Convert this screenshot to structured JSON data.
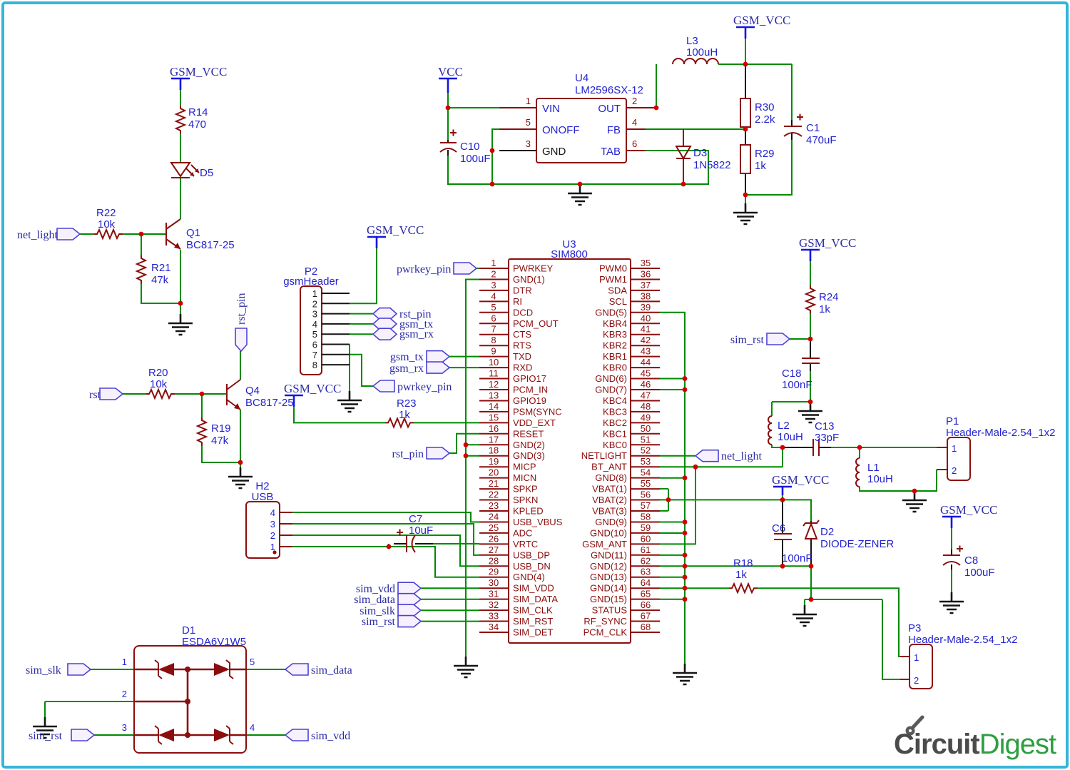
{
  "colors": {
    "wire_green": "#008a00",
    "component_maroon": "#8b0d0d",
    "label_blue": "#2323cf",
    "net_label_blue": "#2b2ba6",
    "power_blue": "#1616e0",
    "junction_red": "#d40000",
    "border_cyan": "#35b6d8",
    "port_fill": "#f7f0fe",
    "port_stroke": "#4b42d2",
    "logo_gray": "#4b4b4b",
    "logo_green": "#2f9e41"
  },
  "power": {
    "gsm_vcc": "GSM_VCC",
    "vcc": "VCC"
  },
  "ports": {
    "net_light": "net_light",
    "rst": "rst",
    "rst_pin": "rst_pin",
    "gsm_tx": "gsm_tx",
    "gsm_rx": "gsm_rx",
    "pwrkey_pin": "pwrkey_pin",
    "sim_vdd": "sim_vdd",
    "sim_data": "sim_data",
    "sim_slk": "sim_slk",
    "sim_rst": "sim_rst"
  },
  "components": {
    "Q1": {
      "ref": "Q1",
      "value": "BC817-25"
    },
    "Q4": {
      "ref": "Q4",
      "value": "BC817-25"
    },
    "R14": {
      "ref": "R14",
      "value": "470"
    },
    "R22": {
      "ref": "R22",
      "value": "10k"
    },
    "R21": {
      "ref": "R21",
      "value": "47k"
    },
    "R20": {
      "ref": "R20",
      "value": "10k"
    },
    "R19": {
      "ref": "R19",
      "value": "47k"
    },
    "R23": {
      "ref": "R23",
      "value": "1k"
    },
    "R24": {
      "ref": "R24",
      "value": "1k"
    },
    "R18": {
      "ref": "R18",
      "value": "1k"
    },
    "R30": {
      "ref": "R30",
      "value": "2.2k"
    },
    "R29": {
      "ref": "R29",
      "value": "1k"
    },
    "C10": {
      "ref": "C10",
      "value": "100uF"
    },
    "C1": {
      "ref": "C1",
      "value": "470uF"
    },
    "C7": {
      "ref": "C7",
      "value": "10uF"
    },
    "C18": {
      "ref": "C18",
      "value": "100nF"
    },
    "C6": {
      "ref": "C6",
      "value": "100nF"
    },
    "C13": {
      "ref": "C13",
      "value": "33pF"
    },
    "C8": {
      "ref": "C8",
      "value": "100uF"
    },
    "L3": {
      "ref": "L3",
      "value": "100uH"
    },
    "L2": {
      "ref": "L2",
      "value": "10uH"
    },
    "L1": {
      "ref": "L1",
      "value": "10uH"
    },
    "D5": {
      "ref": "D5"
    },
    "D3": {
      "ref": "D3",
      "value": "1N5822"
    },
    "D2": {
      "ref": "D2",
      "value": "DIODE-ZENER"
    },
    "D1": {
      "ref": "D1",
      "value": "ESDA6V1W5",
      "pins": [
        "1",
        "2",
        "3",
        "5",
        "4"
      ]
    },
    "U4": {
      "ref": "U4",
      "part": "LM2596SX-12",
      "left_pins": [
        {
          "num": "1",
          "name": "VIN"
        },
        {
          "num": "5",
          "name": "ONOFF"
        },
        {
          "num": "3",
          "name": "GND"
        }
      ],
      "right_pins": [
        {
          "num": "2",
          "name": "OUT"
        },
        {
          "num": "4",
          "name": "FB"
        },
        {
          "num": "6",
          "name": "TAB"
        }
      ]
    },
    "U3": {
      "ref": "U3",
      "part": "SIM800",
      "left_pins": [
        {
          "num": "1",
          "name": "PWRKEY"
        },
        {
          "num": "2",
          "name": "GND(1)"
        },
        {
          "num": "3",
          "name": "DTR"
        },
        {
          "num": "4",
          "name": "RI"
        },
        {
          "num": "5",
          "name": "DCD"
        },
        {
          "num": "6",
          "name": "PCM_OUT"
        },
        {
          "num": "7",
          "name": "CTS"
        },
        {
          "num": "8",
          "name": "RTS"
        },
        {
          "num": "9",
          "name": "TXD"
        },
        {
          "num": "10",
          "name": "RXD"
        },
        {
          "num": "11",
          "name": "GPIO17"
        },
        {
          "num": "12",
          "name": "PCM_IN"
        },
        {
          "num": "13",
          "name": "GPIO19"
        },
        {
          "num": "14",
          "name": "PSM(SYNC"
        },
        {
          "num": "15",
          "name": "VDD_EXT"
        },
        {
          "num": "16",
          "name": "RESET"
        },
        {
          "num": "17",
          "name": "GND(2)"
        },
        {
          "num": "18",
          "name": "GND(3)"
        },
        {
          "num": "19",
          "name": "MICP"
        },
        {
          "num": "20",
          "name": "MICN"
        },
        {
          "num": "21",
          "name": "SPKP"
        },
        {
          "num": "22",
          "name": "SPKN"
        },
        {
          "num": "23",
          "name": "KPLED"
        },
        {
          "num": "24",
          "name": "USB_VBUS"
        },
        {
          "num": "25",
          "name": "ADC"
        },
        {
          "num": "26",
          "name": "VRTC"
        },
        {
          "num": "27",
          "name": "USB_DP"
        },
        {
          "num": "28",
          "name": "USB_DN"
        },
        {
          "num": "29",
          "name": "GND(4)"
        },
        {
          "num": "30",
          "name": "SIM_VDD"
        },
        {
          "num": "31",
          "name": "SIM_DATA"
        },
        {
          "num": "32",
          "name": "SIM_CLK"
        },
        {
          "num": "33",
          "name": "SIM_RST"
        },
        {
          "num": "34",
          "name": "SIM_DET"
        }
      ],
      "right_pins": [
        {
          "num": "35",
          "name": "PWM0"
        },
        {
          "num": "36",
          "name": "PWM1"
        },
        {
          "num": "37",
          "name": "SDA"
        },
        {
          "num": "38",
          "name": "SCL"
        },
        {
          "num": "39",
          "name": "GND(5)"
        },
        {
          "num": "40",
          "name": "KBR4"
        },
        {
          "num": "41",
          "name": "KBR3"
        },
        {
          "num": "42",
          "name": "KBR2"
        },
        {
          "num": "43",
          "name": "KBR1"
        },
        {
          "num": "44",
          "name": "KBR0"
        },
        {
          "num": "45",
          "name": "GND(6)"
        },
        {
          "num": "46",
          "name": "GND(7)"
        },
        {
          "num": "47",
          "name": "KBC4"
        },
        {
          "num": "48",
          "name": "KBC3"
        },
        {
          "num": "49",
          "name": "KBC2"
        },
        {
          "num": "50",
          "name": "KBC1"
        },
        {
          "num": "51",
          "name": "KBC0"
        },
        {
          "num": "52",
          "name": "NETLIGHT"
        },
        {
          "num": "53",
          "name": "BT_ANT"
        },
        {
          "num": "54",
          "name": "GND(8)"
        },
        {
          "num": "55",
          "name": "VBAT(1)"
        },
        {
          "num": "56",
          "name": "VBAT(2)"
        },
        {
          "num": "57",
          "name": "VBAT(3)"
        },
        {
          "num": "58",
          "name": "GND(9)"
        },
        {
          "num": "59",
          "name": "GND(10)"
        },
        {
          "num": "60",
          "name": "GSM_ANT"
        },
        {
          "num": "61",
          "name": "GND(11)"
        },
        {
          "num": "62",
          "name": "GND(12)"
        },
        {
          "num": "63",
          "name": "GND(13)"
        },
        {
          "num": "64",
          "name": "GND(14)"
        },
        {
          "num": "65",
          "name": "GND(15)"
        },
        {
          "num": "66",
          "name": "STATUS"
        },
        {
          "num": "67",
          "name": "RF_SYNC"
        },
        {
          "num": "68",
          "name": "PCM_CLK"
        }
      ]
    },
    "P2": {
      "ref": "P2",
      "part": "gsmHeader",
      "pins": [
        "1",
        "2",
        "3",
        "4",
        "5",
        "6",
        "7",
        "8"
      ]
    },
    "H2": {
      "ref": "H2",
      "part": "USB",
      "pins": [
        "4",
        "3",
        "2",
        "1"
      ]
    },
    "P1": {
      "ref": "P1",
      "part": "Header-Male-2.54_1x2",
      "pins": [
        "1",
        "2"
      ]
    },
    "P3": {
      "ref": "P3",
      "part": "Header-Male-2.54_1x2",
      "pins": [
        "1",
        "2"
      ]
    }
  },
  "logo": {
    "part1": "Circuit",
    "part2": "Digest"
  }
}
